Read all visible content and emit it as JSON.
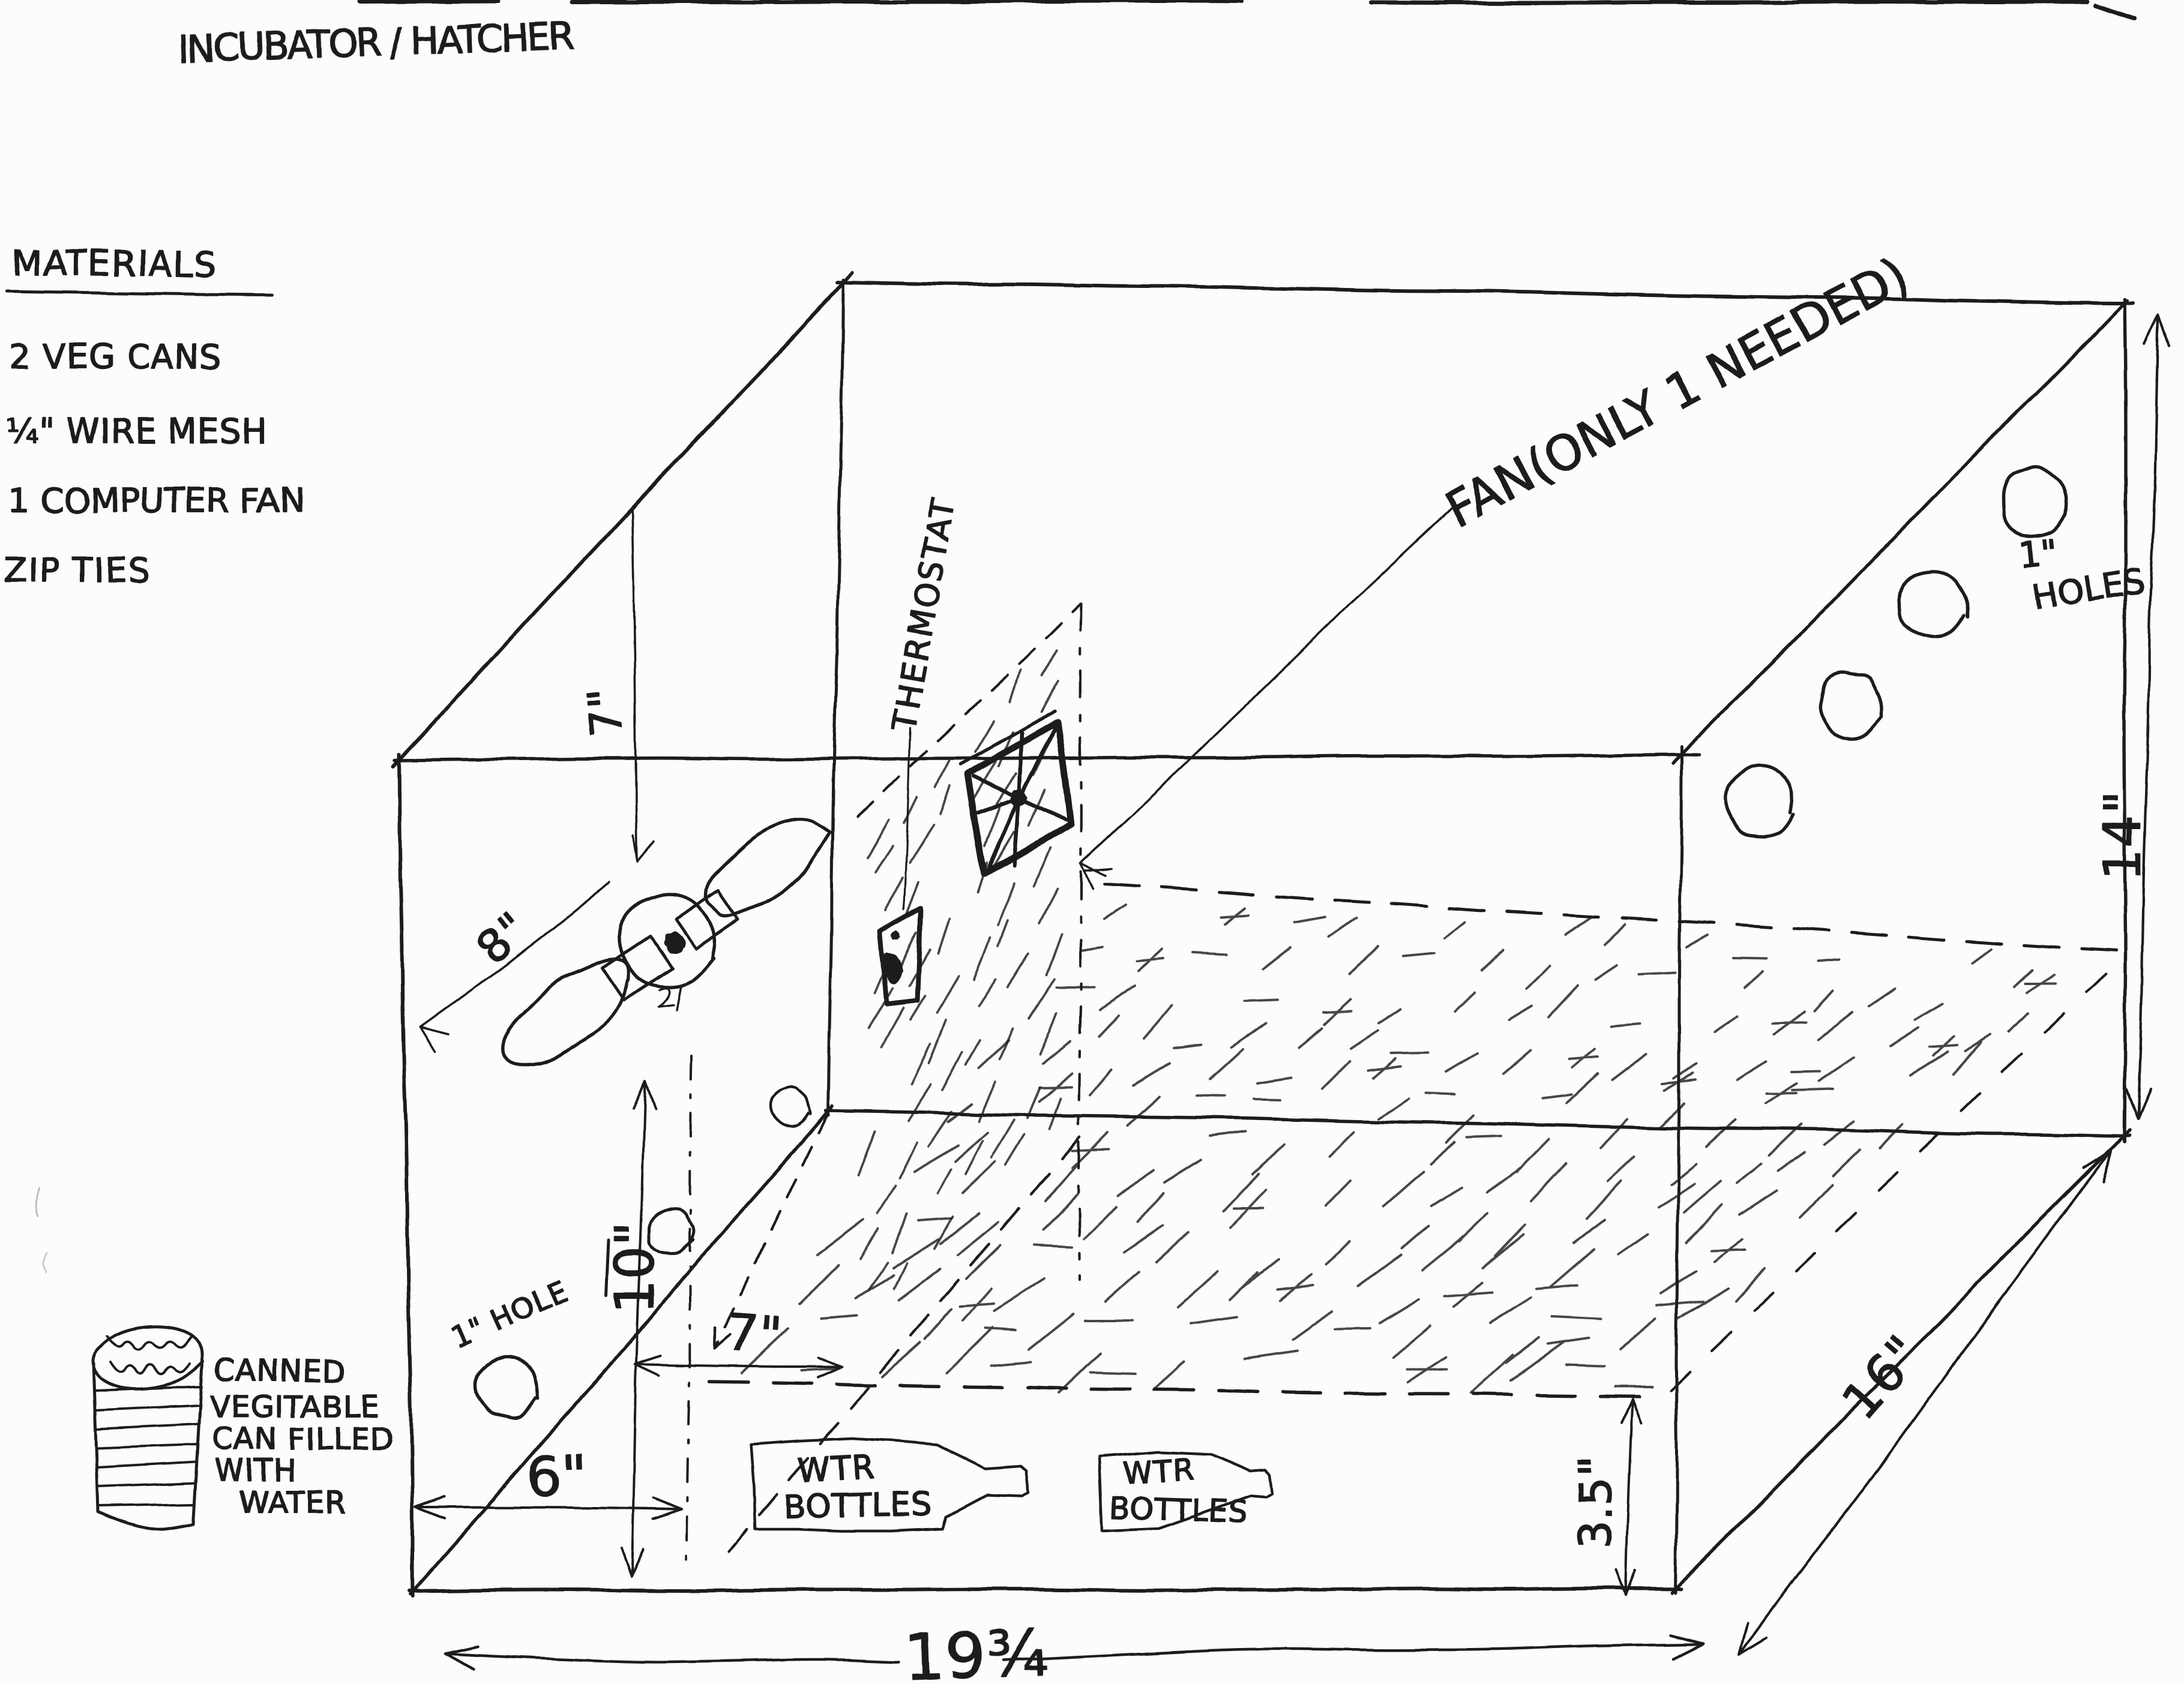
{
  "title": "INCUBATOR / HATCHER",
  "materials": {
    "heading": "MATERIALS",
    "items": [
      "2 VEG CANS",
      "¼\" WIRE MESH",
      "1 COMPUTER FAN",
      "ZIP TIES"
    ]
  },
  "annotations": {
    "thermostat": "THERMOSTAT",
    "fan": "FAN(ONLY 1 NEEDED)",
    "right_holes_size": "1\"",
    "right_holes_word": "HOLES",
    "left_hole": "1\" HOLE",
    "bottle_line1": "WTR",
    "bottle_line2": "BOTTLES",
    "can_lines": [
      "CANNED",
      "VEGITABLE",
      "CAN FILLED",
      "WITH",
      "WATER"
    ]
  },
  "dimensions": {
    "overall_width": "19¾",
    "overall_depth": "16\"",
    "overall_height": "14\"",
    "mesh_height": "3.5\"",
    "fan_offset_top": "7\"",
    "fan_offset_front": "8\"",
    "divider_offset": "6\"",
    "divider_height": "10\"",
    "mesh_offset": "7\""
  },
  "colors": {
    "paper": "#fcfcfa",
    "ink": "#1d1d1d"
  }
}
